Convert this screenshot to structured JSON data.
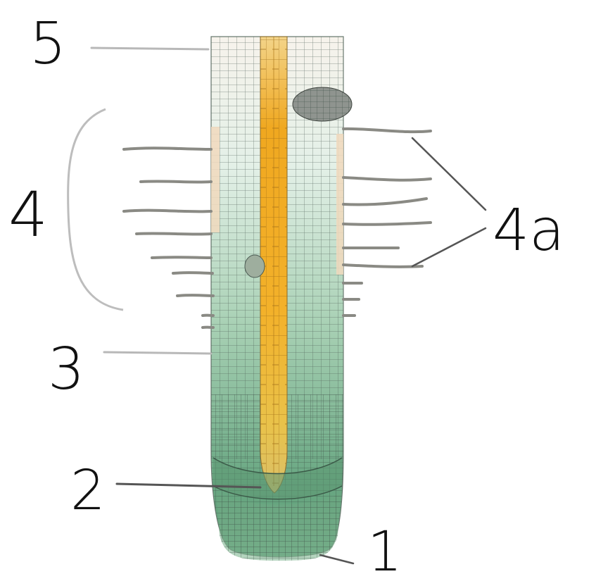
{
  "diagram": {
    "labels": {
      "tip": "1",
      "meristem": "2",
      "elongation": "3",
      "hair_zone": "4",
      "root_hairs": "4a",
      "mature": "5"
    },
    "colors": {
      "stele_orange": "#f0a820",
      "stele_light": "#f6d27a",
      "tissue_green_dark": "#5f9e78",
      "tissue_green": "#8cc29e",
      "tissue_pale": "#d8ece0",
      "cell_lines": "#4a5a52",
      "hairs": "#8a8a84",
      "pointer_lines": "#555555",
      "bracket": "#bdbdbd"
    }
  }
}
